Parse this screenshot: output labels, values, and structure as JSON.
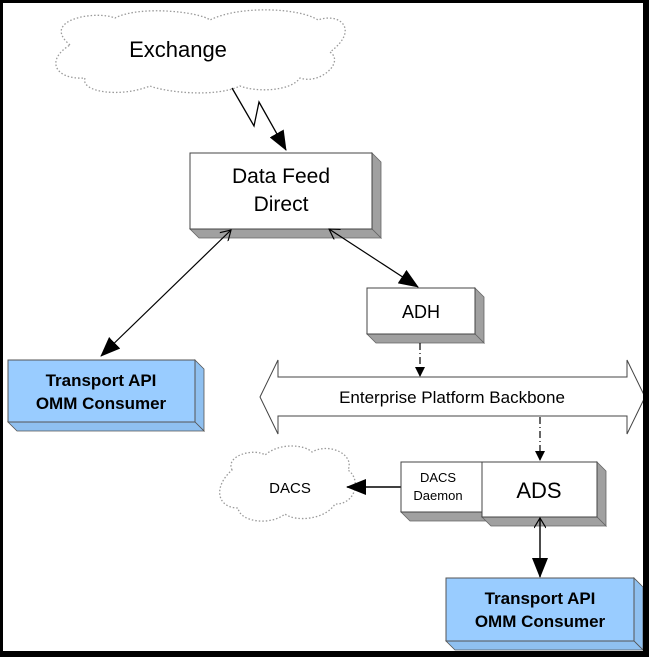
{
  "diagram": {
    "exchange_cloud": {
      "label": "Exchange"
    },
    "data_feed_direct": {
      "line1": "Data Feed",
      "line2": "Direct"
    },
    "consumer_left": {
      "line1": "Transport API",
      "line2": "OMM Consumer"
    },
    "adh": {
      "label": "ADH"
    },
    "backbone": {
      "label": "Enterprise Platform Backbone"
    },
    "dacs_cloud": {
      "label": "DACS"
    },
    "dacs_daemon": {
      "line1": "DACS",
      "line2": "Daemon"
    },
    "ads": {
      "label": "ADS"
    },
    "consumer_bottom": {
      "line1": "Transport API",
      "line2": "OMM Consumer"
    }
  },
  "colors": {
    "consumer_fill": "#99ccff",
    "consumer_side": "#7fb2e5",
    "box_fill": "#ffffff",
    "box_side": "#a0a0a0",
    "cloud_stroke": "#9a9a9a"
  }
}
